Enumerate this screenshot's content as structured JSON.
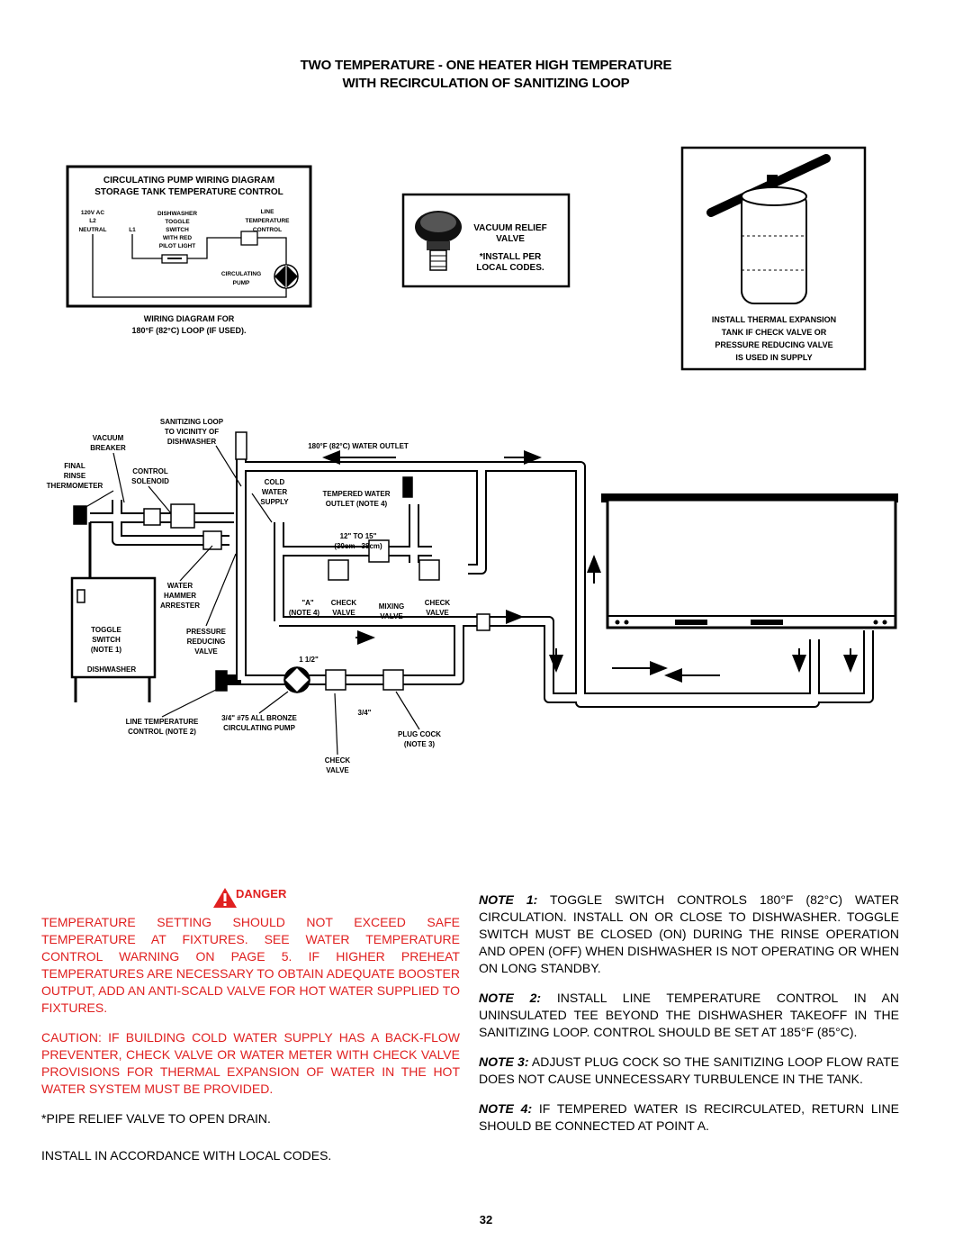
{
  "title": {
    "line1": "TWO TEMPERATURE - ONE HEATER HIGH TEMPERATURE",
    "line2": "WITH RECIRCULATION OF SANITIZING LOOP"
  },
  "wiring_box": {
    "title1": "CIRCULATING PUMP WIRING DIAGRAM",
    "title2": "STORAGE TANK TEMPERATURE CONTROL",
    "v120": "120V AC",
    "l2": "L2",
    "neutral": "NEUTRAL",
    "l1": "L1",
    "dishwasher": "DISHWASHER",
    "toggle": "TOGGLE",
    "switch": "SWITCH",
    "withred": "WITH RED",
    "pilot": "PILOT LIGHT",
    "line": "LINE",
    "temperature": "TEMPERATURE",
    "control": "CONTROL",
    "circulating": "CIRCULATING",
    "pump": "PUMP",
    "caption1": "WIRING DIAGRAM FOR",
    "caption2": "180°F (82°C) LOOP (IF USED)."
  },
  "vacuum_box": {
    "l1": "VACUUM RELIEF",
    "l2": "VALVE",
    "l3": "*INSTALL PER",
    "l4": "LOCAL CODES."
  },
  "expansion_box": {
    "l1": "INSTALL THERMAL EXPANSION",
    "l2": "TANK IF CHECK VALVE OR",
    "l3": "PRESSURE REDUCING VALVE",
    "l4": "IS USED IN SUPPLY"
  },
  "piping_labels": {
    "sanitizing1": "SANITIZING LOOP",
    "sanitizing2": "TO VICINITY OF",
    "sanitizing3": "DISHWASHER",
    "vacuum1": "VACUUM",
    "vacuum2": "BREAKER",
    "final1": "FINAL",
    "final2": "RINSE",
    "final3": "THERMOMETER",
    "control1": "CONTROL",
    "control2": "SOLENOID",
    "outlet": "180°F (82°C) WATER OUTLET",
    "cold1": "COLD",
    "cold2": "WATER",
    "cold3": "SUPPLY",
    "tempered1": "TEMPERED WATER",
    "tempered2": "OUTLET (NOTE 4)",
    "dist1": "12\" TO 15\"",
    "dist2": "(30cm - 38cm)",
    "hammer1": "WATER",
    "hammer2": "HAMMER",
    "hammer3": "ARRESTER",
    "pointa": "\"A\"",
    "note4": "(NOTE 4)",
    "checkvalve1": "CHECK",
    "checkvalve2": "VALVE",
    "mixing1": "MIXING",
    "mixing2": "VALVE",
    "check2a": "CHECK",
    "check2b": "VALVE",
    "toggle1": "TOGGLE",
    "toggle2": "SWITCH",
    "toggle3": "(NOTE 1)",
    "dishwasher": "DISHWASHER",
    "prv1": "PRESSURE",
    "prv2": "REDUCING",
    "prv3": "VALVE",
    "pipe112": "1 1/2\"",
    "pipe34": "3/4\"",
    "ltc1": "LINE TEMPERATURE",
    "ltc2": "CONTROL (NOTE 2)",
    "pump1": "3/4\" #75 ALL BRONZE",
    "pump2": "CIRCULATING PUMP",
    "plug1": "PLUG COCK",
    "plug2": "(NOTE 3)",
    "checkbot1": "CHECK",
    "checkbot2": "VALVE"
  },
  "danger": {
    "heading": "DANGER",
    "para1": "TEMPERATURE SETTING SHOULD NOT EXCEED SAFE TEMPERATURE AT FIXTURES. SEE WATER TEMPERATURE CONTROL WARNING ON PAGE 5. IF HIGHER PREHEAT TEMPERATURES ARE NECESSARY TO OBTAIN ADEQUATE BOOSTER OUTPUT, ADD AN ANTI-SCALD VALVE FOR HOT WATER SUPPLIED TO FIXTURES.",
    "para2": "CAUTION: IF BUILDING COLD WATER SUPPLY HAS A BACK-FLOW PREVENTER, CHECK VALVE OR WATER METER WITH CHECK VALVE PROVISIONS FOR THERMAL EXPANSION OF WATER IN THE HOT WATER SYSTEM MUST BE PROVIDED."
  },
  "left_notes": {
    "relief": "*PIPE RELIEF VALVE TO OPEN DRAIN.",
    "codes": "INSTALL IN ACCORDANCE WITH LOCAL CODES."
  },
  "notes": [
    {
      "label": "NOTE 1:",
      "text": " TOGGLE SWITCH CONTROLS 180°F (82°C) WATER CIRCULATION. INSTALL ON OR CLOSE TO DISHWASHER. TOGGLE SWITCH MUST BE CLOSED (ON) DURING THE RINSE OPERATION AND OPEN (OFF) WHEN DISHWASHER IS NOT OPERATING OR WHEN ON LONG STANDBY."
    },
    {
      "label": "NOTE 2:",
      "text": " INSTALL LINE TEMPERATURE CONTROL IN AN UNINSULATED TEE BEYOND THE DISHWASHER TAKEOFF IN THE SANITIZING LOOP. CONTROL SHOULD BE SET AT 185°F (85°C)."
    },
    {
      "label": "NOTE 3:",
      "text": " ADJUST PLUG COCK SO THE SANITIZING LOOP FLOW RATE DOES NOT CAUSE UNNECESSARY TURBULENCE IN THE TANK."
    },
    {
      "label": "NOTE 4:",
      "text": " IF TEMPERED WATER IS RECIRCULATED, RETURN LINE SHOULD BE CONNECTED AT POINT A."
    }
  ],
  "page_number": "32"
}
